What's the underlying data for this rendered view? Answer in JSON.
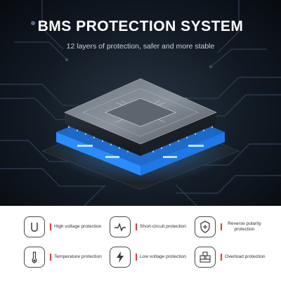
{
  "header": {
    "title": "BMS PROTECTION SYSTEM",
    "subtitle": "12 layers of protection, safer and more stable"
  },
  "features": [
    {
      "label": "High voltage protection",
      "icon": "u-letter-icon"
    },
    {
      "label": "Short-circuit protection",
      "icon": "short-circuit-waveform-icon"
    },
    {
      "label": "Reverse polarity protection",
      "icon": "shield-reverse-icon"
    },
    {
      "label": "Temperature protection",
      "icon": "thermometer-icon"
    },
    {
      "label": "Low voltage protection",
      "icon": "lightning-icon"
    },
    {
      "label": "Overload protection",
      "icon": "overload-blocks-icon"
    }
  ],
  "colors": {
    "accent_red": "#e53935",
    "chip_glow": "#2f8cff",
    "hero_background": "#0b1118"
  }
}
